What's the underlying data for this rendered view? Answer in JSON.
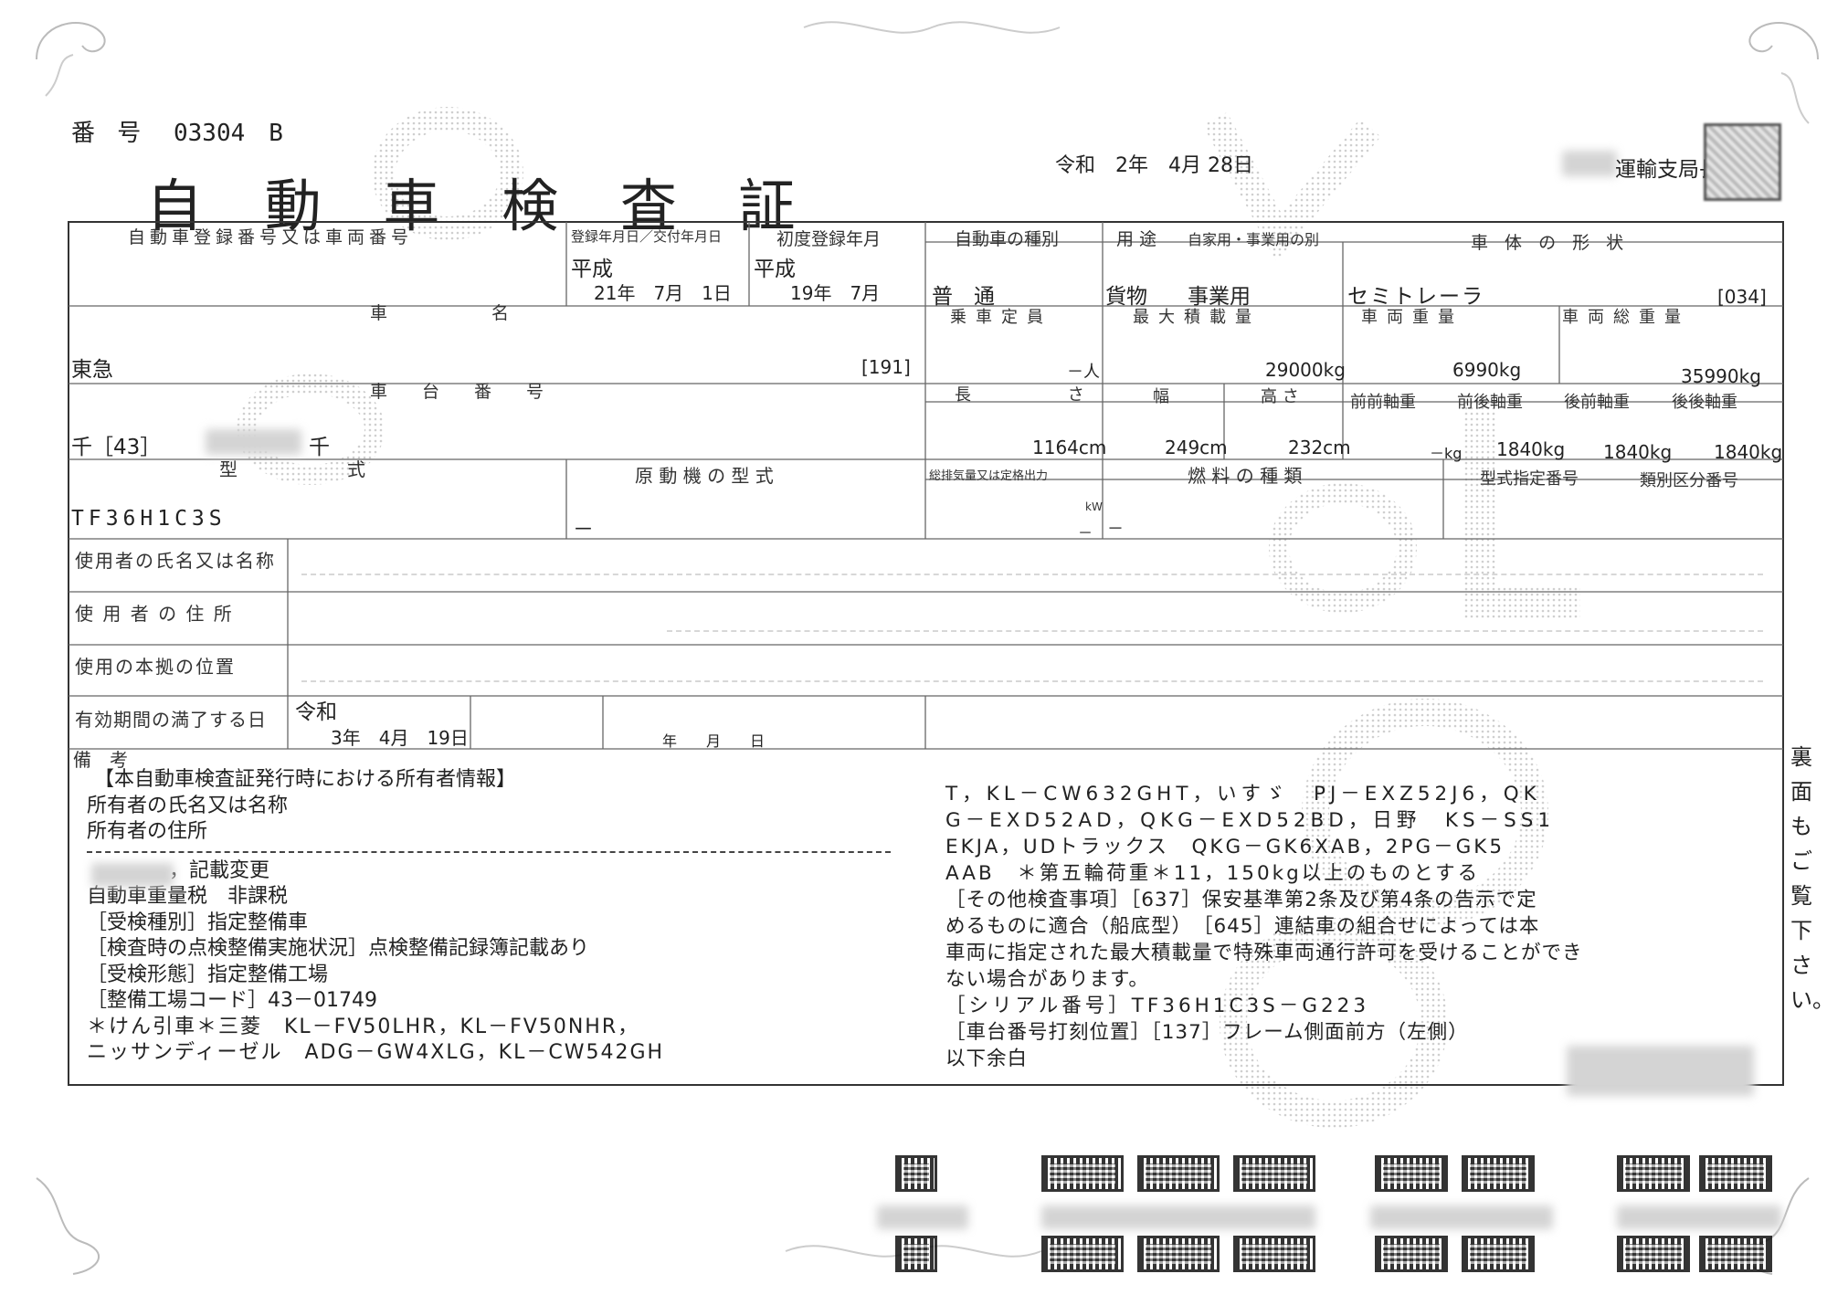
{
  "header": {
    "number_label": "番 号",
    "number_value": "03304　B",
    "title": "自 動 車 検 査 証",
    "date": "令和　2年　4月 28日",
    "issuer": "運輸支局長"
  },
  "row1": {
    "reg_label": "自動車登録番号又は車両番号",
    "issue_label": "登録年月日／交付年月日",
    "issue_era": "平成",
    "issue_date": "21年　7月　1日",
    "first_label": "初度登録年月",
    "first_era": "平成",
    "first_date": "19年　7月",
    "type_label": "自動車の種別",
    "type_value": "普　通",
    "use_label": "用 途",
    "use_sub_label": "自家用・事業用の別",
    "use_value": "貨物",
    "business_value": "事業用",
    "body_label": "車 体 の 形 状",
    "body_value": "セミトレーラ",
    "body_code": "[034]"
  },
  "row2": {
    "name_label": "車　　　　　　名",
    "name_value": "東急",
    "name_code": "[191]",
    "capacity_label": "乗車定員",
    "capacity_value": "－人",
    "maxload_label": "最大積載量",
    "maxload_value": "29000kg",
    "weight_label": "車両重量",
    "weight_value": "6990kg",
    "gross_label": "車両総重量",
    "gross_value": "35990kg"
  },
  "row3": {
    "chassis_label": "車　　台　　番　　号",
    "chassis_prefix": "千［43］",
    "chassis_suffix": "千",
    "length_label": "長 さ",
    "length_value": "1164cm",
    "width_label": "幅",
    "width_value": "249cm",
    "height_label": "高 さ",
    "height_value": "232cm",
    "axle_labels": [
      "前前軸重",
      "前後軸重",
      "後前軸重",
      "後後軸重"
    ],
    "axle_values": [
      "－kg",
      "1840kg",
      "1840kg",
      "1840kg"
    ]
  },
  "row4": {
    "model_label": "型　　　　　　式",
    "model_value": "TF36H1C3S",
    "engine_label": "原 動 機 の 型 式",
    "engine_value": "－",
    "displacement_label": "総排気量又は定格出力",
    "displacement_unit": "kW",
    "displacement_value": "－",
    "displacement_value2": "－",
    "fuel_label": "燃 料 の 種 類",
    "fuel_value": "",
    "approval_label": "型式指定番号",
    "class_label": "類別区分番号"
  },
  "user": {
    "name_label": "使用者の氏名又は名称",
    "address_label": "使 用 者 の 住 所",
    "base_label": "使用の本拠の位置",
    "expiry_label": "有効期間の満了する日",
    "expiry_era": "令和",
    "expiry_date": "3年　4月　19日",
    "expiry_blank": "年　　月　　日"
  },
  "remarks": {
    "label": "備　考",
    "left_lines": [
      "【本自動車検査証発行時における所有者情報】",
      "所有者の氏名又は名称",
      "所有者の住所",
      "，記載変更",
      "自動車重量税　非課税",
      "［受検種別］指定整備車",
      "［検査時の点検整備実施状況］点検整備記録簿記載あり",
      "［受検形態］指定整備工場",
      "［整備工場コード］43－01749",
      "＊けん引車＊三菱　KL－FV50LHR，KL－FV50NHR，",
      "ニッサンディーゼル　ADG－GW4XLG，KL－CW542GH"
    ],
    "right_lines": [
      "T，KL－CW632GHT，いすゞ　PJ－EXZ52J6，QK",
      "G－EXD52AD，QKG－EXD52BD，日野　KS－SS1",
      "EKJA，UDトラックス　QKG－GK6XAB，2PG－GK5",
      "AAB　＊第五輪荷重＊11，150kg以上のものとする",
      "［その他検査事項］［637］保安基準第2条及び第4条の告示で定",
      "めるものに適合（船底型）　［645］連結車の組合せによっては本",
      "車両に指定された最大積載量で特殊車両通行許可を受けることができ",
      "ない場合があります。",
      "［シリアル番号］TF36H1C3S－G223",
      "［車台番号打刻位置］［137］フレーム側面前方（左側）",
      "以下余白"
    ],
    "side_note": "裏面もご覧下さい。"
  }
}
